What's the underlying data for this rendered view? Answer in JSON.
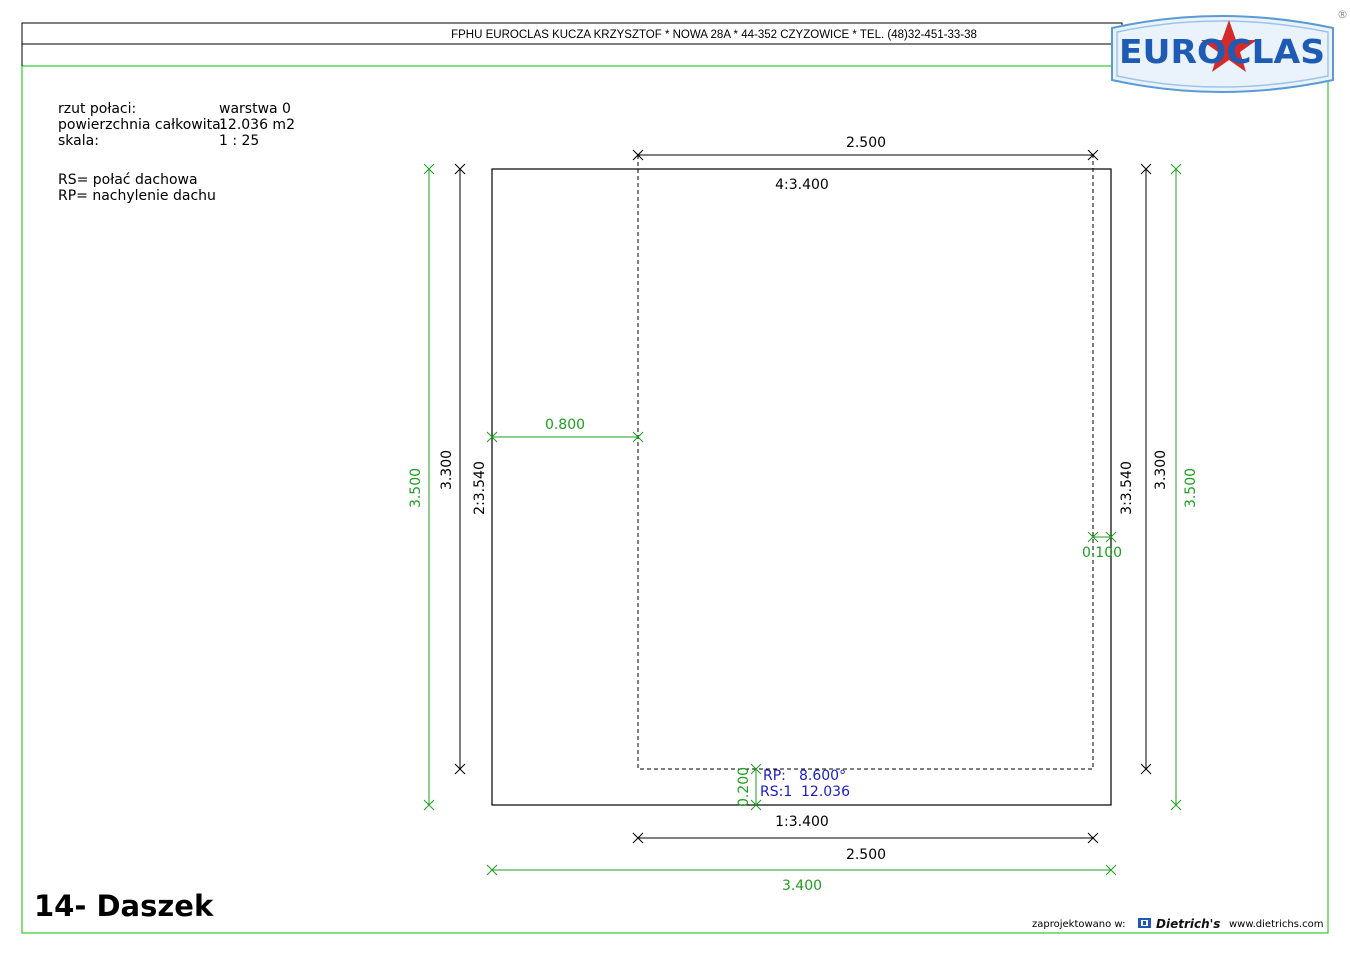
{
  "header": {
    "company_line": "FPHU EUROCLAS KUCZA KRZYSZTOF * NOWA 28A * 44-352 CZYZOWICE * TEL. (48)32-451-33-38",
    "logo_text": "EUROCLAS",
    "registered_mark": "®"
  },
  "info": {
    "rows": [
      {
        "label": "rzut połaci:",
        "value": "warstwa 0"
      },
      {
        "label": "powierzchnia całkowita:",
        "value": "12.036 m2"
      },
      {
        "label": "skala:",
        "value": "1 : 25"
      }
    ],
    "legend": [
      "RS= połać dachowa",
      "RP= nachylenie dachu"
    ]
  },
  "drawing": {
    "dim_top_black": "2.500",
    "edge_top": "4:3.400",
    "dim_left_green": "3.500",
    "dim_left_black": "3.300",
    "edge_left": "2:3.540",
    "dim_offset_green": "0.800",
    "edge_right": "3:3.540",
    "dim_right_black": "3.300",
    "dim_right_green": "3.500",
    "dim_right_small_green": "0.100",
    "dim_bottom_small_green": "0.200",
    "rp_label": "RP:",
    "rp_value": "8.600°",
    "rs_label": "RS:1",
    "rs_value": "12.036",
    "edge_bottom": "1:3.400",
    "dim_bottom_black": "2.500",
    "dim_bottom_green": "3.400"
  },
  "title": "14- Daszek",
  "footer": {
    "designed_with": "zaprojektowano w:",
    "brand": "Dietrich's",
    "url": "www.dietrichs.com"
  },
  "colors": {
    "frame_green": "#2ecc2e",
    "dim_green": "#1f9e1f",
    "annotation_blue": "#1c1cc8",
    "logo_blue": "#1e5bb5",
    "logo_star": "#d42a2a"
  }
}
